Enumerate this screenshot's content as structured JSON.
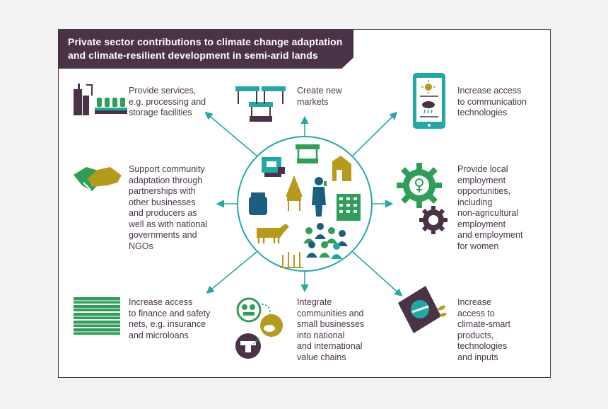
{
  "title": {
    "line1": "Private sector contributions to climate change adaptation",
    "line2": "and climate-resilient development in semi-arid lands"
  },
  "items": [
    {
      "icon": "processing-factory-icon",
      "lines": [
        "Provide services,",
        "e.g. processing and",
        "storage facilities"
      ]
    },
    {
      "icon": "market-stalls-icon",
      "lines": [
        "Create new",
        "markets"
      ]
    },
    {
      "icon": "mobile-weather-icon",
      "lines": [
        "Increase access",
        "to communication",
        "technologies"
      ]
    },
    {
      "icon": "handshake-icon",
      "lines": [
        "Support community",
        "adaptation through",
        "partnerships with",
        "other businesses",
        "and producers as",
        "well as with national",
        "governments and",
        "NGOs"
      ]
    },
    {
      "icon": "gears-female-icon",
      "lines": [
        "Provide local",
        "employment",
        "opportunities,",
        "including",
        "non-agricultural",
        "employment",
        "and employment",
        "for women"
      ]
    },
    {
      "icon": "money-stack-icon",
      "lines": [
        "Increase access",
        "to finance and safety",
        "nets, e.g. insurance",
        "and microloans"
      ]
    },
    {
      "icon": "value-chain-icon",
      "lines": [
        "Integrate",
        "communities and",
        "small businesses",
        "into national",
        "and international",
        "value chains"
      ]
    },
    {
      "icon": "seed-packet-icon",
      "lines": [
        "Increase",
        "access to",
        "climate-smart",
        "products,",
        "technologies",
        "and inputs"
      ]
    }
  ],
  "colors": {
    "aubergine": "#4a3347",
    "teal": "#23a8a8",
    "green": "#2f9e57",
    "olive": "#b59a1c",
    "navy": "#1b5f80"
  }
}
